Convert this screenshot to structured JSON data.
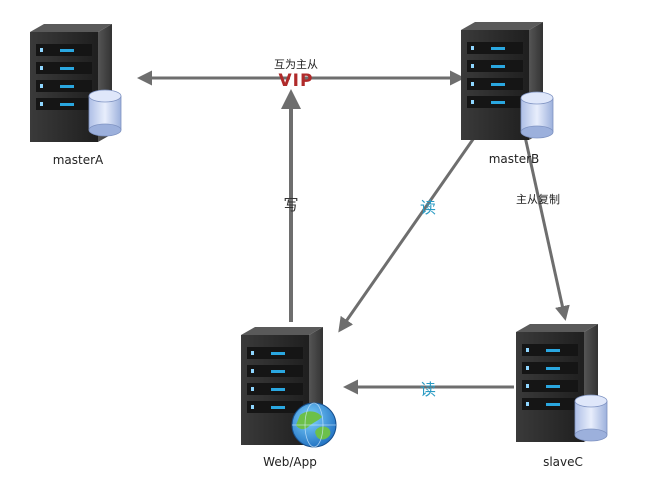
{
  "nodes": {
    "masterA": {
      "label": "masterA",
      "database": true
    },
    "masterB": {
      "label": "masterB",
      "database": true
    },
    "slaveC": {
      "label": "slaveC",
      "database": true
    },
    "webapp": {
      "label": "Web/App",
      "globe": true
    }
  },
  "edges": {
    "mutual": {
      "label": "互为主从"
    },
    "vip": {
      "label": "VIP"
    },
    "write": {
      "label": "写"
    },
    "read_b": {
      "label": "读"
    },
    "replication": {
      "label": "主从复制"
    },
    "read_c": {
      "label": "读"
    }
  },
  "colors": {
    "arrow": "#6e6e6e",
    "server_dark": "#2b2b2b",
    "server_light": "#4a4a4a",
    "led": "#2aa7e0",
    "vip": "#b02a2a",
    "read": "#2b9bc4"
  }
}
